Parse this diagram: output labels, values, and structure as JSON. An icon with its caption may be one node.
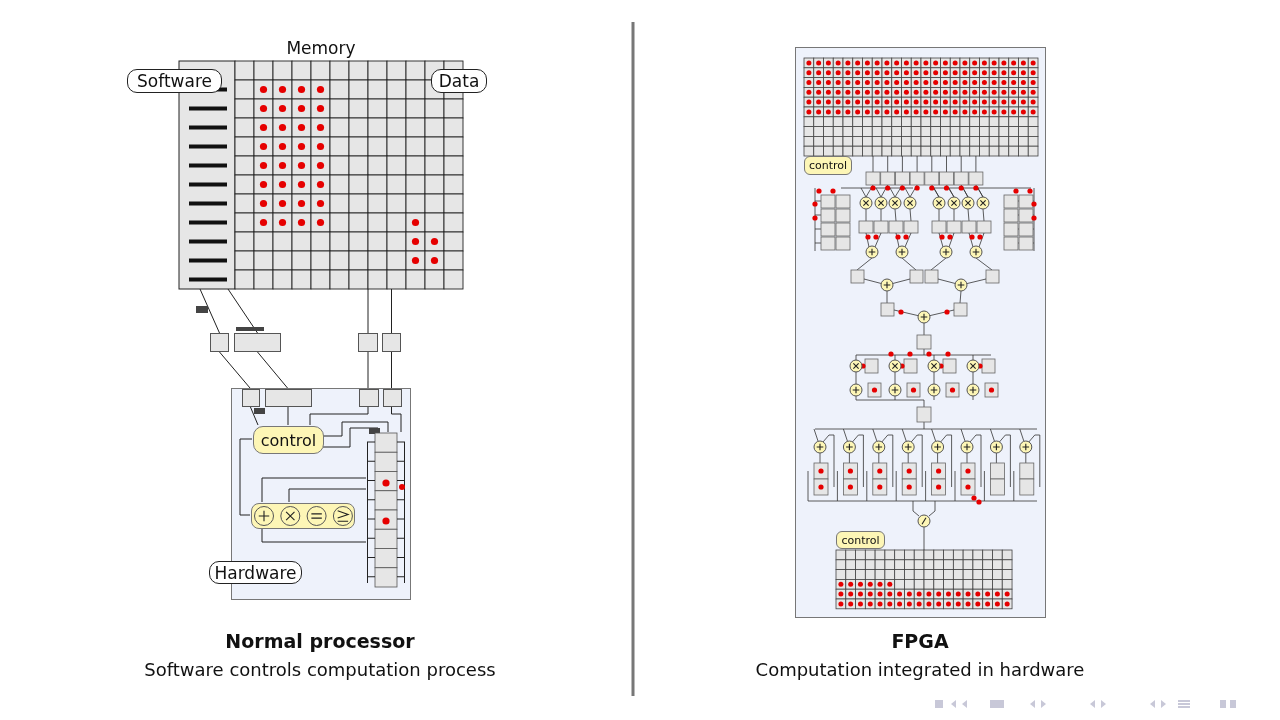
{
  "diagram": {
    "nodes": [
      {
        "text": [
          "Memory"
        ]
      },
      {
        "text": [
          "Software"
        ]
      },
      {
        "text": [
          "Data"
        ]
      },
      {
        "text": [],
        "shape": "box"
      },
      {
        "text": [
          "control"
        ],
        "in": 3
      },
      {
        "text": [],
        "shape": "box",
        "in": 3
      },
      {
        "text": [],
        "shape": "box",
        "in": 3
      },
      {
        "text": [],
        "shape": "box"
      },
      {
        "text": [
          "control"
        ],
        "in": 7
      },
      {
        "text": [
          "control"
        ],
        "in": 7
      },
      {
        "text": [],
        "shape": "box"
      },
      {
        "text": [],
        "shape": "box"
      },
      {
        "text": [],
        "shape": "box"
      },
      {
        "text": [],
        "shape": "box"
      },
      {
        "text": [],
        "shape": "box",
        "in": 3
      },
      {
        "text": [],
        "shape": "box",
        "in": 3
      },
      {
        "text": [],
        "shape": "box",
        "in": 3
      },
      {
        "text": [],
        "shape": "box",
        "in": 3
      },
      {
        "text": [
          "Hardware"
        ]
      }
    ],
    "edges": [
      {
        "from": 0,
        "to": 10,
        "arrow": "none"
      },
      {
        "from": 0,
        "to": 11,
        "arrow": "none"
      },
      {
        "from": 0,
        "to": 12,
        "arrow": "none"
      },
      {
        "from": 0,
        "to": 13,
        "arrow": "none"
      },
      {
        "from": 10,
        "to": 14,
        "arrow": "none"
      },
      {
        "from": 11,
        "to": 15,
        "arrow": "none"
      },
      {
        "from": 12,
        "to": 16,
        "arrow": "none"
      },
      {
        "from": 13,
        "to": 17,
        "arrow": "none"
      },
      {
        "from": 14,
        "to": 4,
        "arrow": "none"
      },
      {
        "from": 15,
        "to": 4,
        "arrow": "none"
      },
      {
        "from": 16,
        "to": 4,
        "arrow": "none"
      },
      {
        "from": 17,
        "to": 6,
        "arrow": "none"
      },
      {
        "from": 4,
        "to": 5,
        "arrow": "none"
      },
      {
        "from": 4,
        "to": 6,
        "arrow": "none"
      },
      {
        "from": 4,
        "to": 6,
        "arrow": "none"
      },
      {
        "from": 6,
        "to": 5,
        "arrow": "none"
      },
      {
        "from": 6,
        "to": 5,
        "arrow": "none"
      },
      {
        "from": 5,
        "to": 6,
        "arrow": "none"
      }
    ],
    "labels": [
      "Normal processor",
      "Software controls computation process",
      "FPGA",
      "Computation integrated in hardware"
    ]
  }
}
